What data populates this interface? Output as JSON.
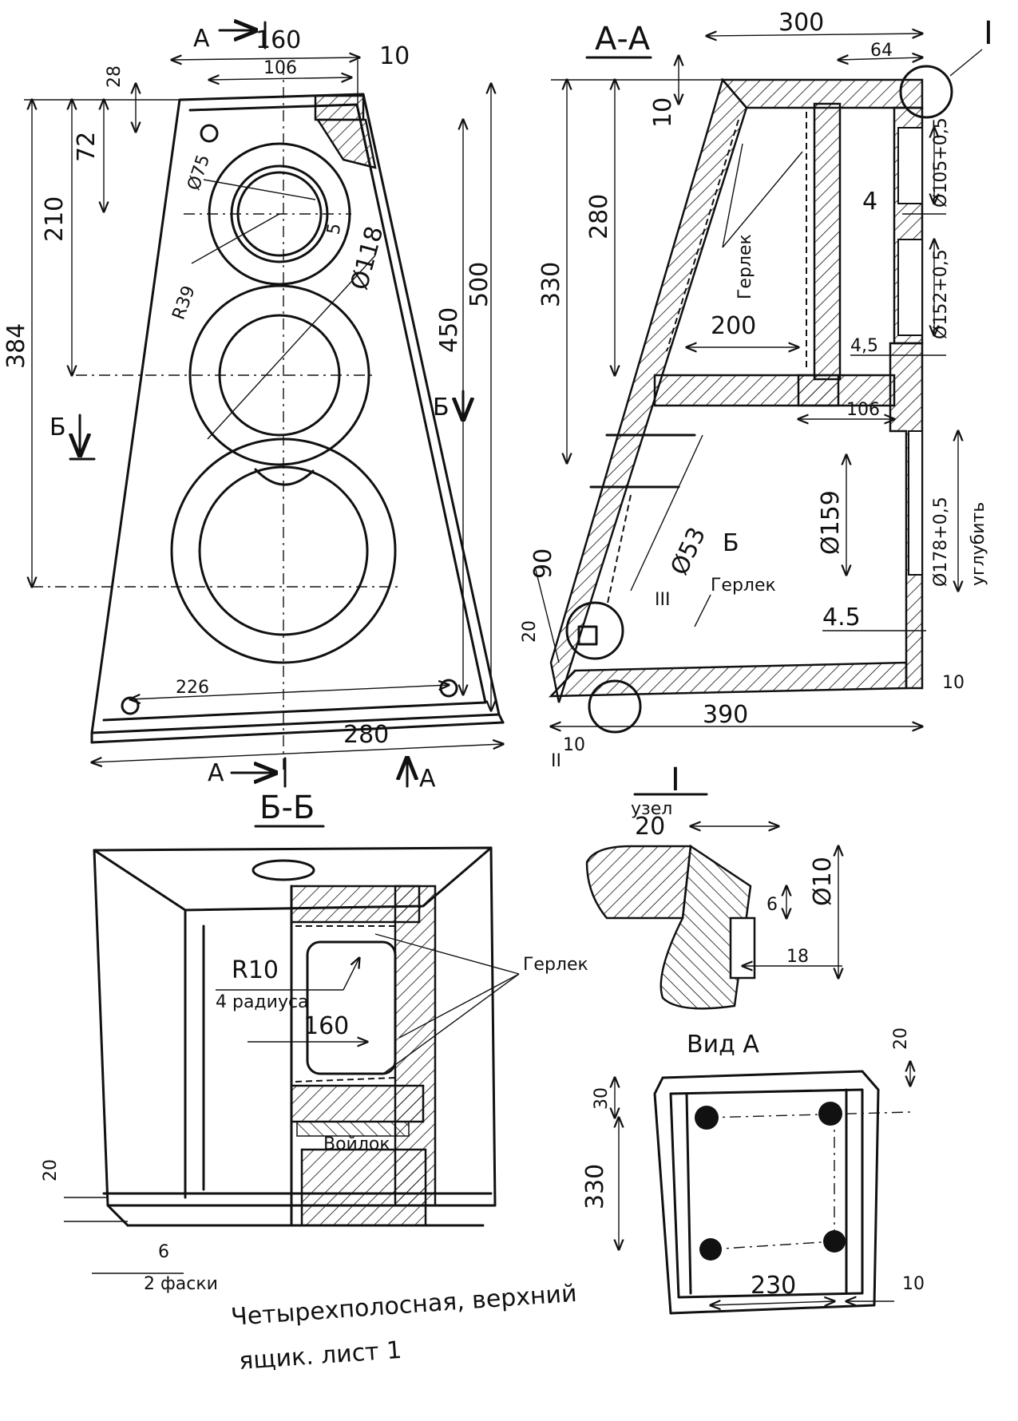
{
  "front_view": {
    "section_marks": [
      "A",
      "A",
      "A",
      "Б",
      "Б"
    ],
    "dims": {
      "top_width": "160",
      "speaker_offset": "106",
      "top_lip": "10",
      "top_board": "28",
      "tweeter_center": "72",
      "mid_center": "210",
      "total_height": "384",
      "tweeter_dia": "Ø75",
      "tweeter_radius": "R39",
      "notch": "5",
      "mid_dia": "Ø118",
      "side_height": "450",
      "overall_height": "500",
      "hole_spacing": "226",
      "bottom_width": "280"
    }
  },
  "section_aa": {
    "title": "А-А",
    "detail_mark": "I",
    "dims": {
      "top_depth": "300",
      "top_front": "64",
      "top_thick": "10",
      "inner_height": "280",
      "height_330": "330",
      "shelf_width": "200",
      "shelf_front": "106",
      "hole1": "Ø105+0,5",
      "board_4": "4",
      "hole2": "Ø152+0,5",
      "board_45a": "4,5",
      "port_dia": "Ø53",
      "hole3_dia": "Ø159",
      "hole4": "Ø178+0,5",
      "recess_note": "углубить",
      "board_45b": "4.5",
      "dim_20": "20",
      "dim_90": "90",
      "bottom_depth": "390",
      "bottom_10a": "10",
      "bottom_10b": "10"
    },
    "labels": {
      "sealant1": "Герлек",
      "sealant2": "Герлек",
      "section_b": "Б",
      "detail_iii": "III",
      "detail_ii": "II"
    }
  },
  "detail_i": {
    "title": "I",
    "subtitle": "узел",
    "dims": {
      "w": "20",
      "h": "6",
      "dia": "Ø10",
      "depth": "18"
    }
  },
  "section_bb": {
    "title": "Б-Б",
    "dims": {
      "radius": "R10",
      "radius_note": "4 радиуса",
      "inner": "160",
      "height20": "20",
      "chamfer": "6",
      "chamfer_note": "2 фаски"
    },
    "labels": {
      "sealant": "Герлек",
      "felt": "Войлок"
    }
  },
  "view_a": {
    "title": "Вид А",
    "dims": {
      "top": "20",
      "d30": "30",
      "d330": "330",
      "d230": "230",
      "d10": "10"
    }
  },
  "caption": {
    "line1": "Четырехполосная, верхний",
    "line2": "ящик. лист 1"
  }
}
